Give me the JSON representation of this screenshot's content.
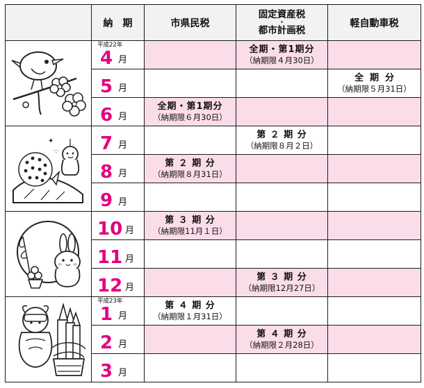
{
  "header": {
    "noki": "納期",
    "col_a": "市県民税",
    "col_b_line1": "固定資産税",
    "col_b_dot": "・",
    "col_b_line2": "都市計画税",
    "col_c": "軽自動車税"
  },
  "months": [
    {
      "num": "4",
      "unit": "月",
      "era": "平成22年"
    },
    {
      "num": "5",
      "unit": "月",
      "era": ""
    },
    {
      "num": "6",
      "unit": "月",
      "era": ""
    },
    {
      "num": "7",
      "unit": "月",
      "era": ""
    },
    {
      "num": "8",
      "unit": "月",
      "era": ""
    },
    {
      "num": "9",
      "unit": "月",
      "era": ""
    },
    {
      "num": "10",
      "unit": "月",
      "era": ""
    },
    {
      "num": "11",
      "unit": "月",
      "era": ""
    },
    {
      "num": "12",
      "unit": "月",
      "era": ""
    },
    {
      "num": "1",
      "unit": "月",
      "era": "平成23年"
    },
    {
      "num": "2",
      "unit": "月",
      "era": ""
    },
    {
      "num": "3",
      "unit": "月",
      "era": ""
    }
  ],
  "payments": {
    "shikenmin": [
      {
        "main": "全期・第1期分",
        "sub": "（納期限６月30日）"
      },
      {
        "main": "第 ２ 期 分",
        "sub": "（納期限８月31日）"
      },
      {
        "main": "第 ３ 期 分",
        "sub": "（納期限11月１日）"
      },
      {
        "main": "第 ４ 期 分",
        "sub": "（納期限１月31日）"
      }
    ],
    "kotei": [
      {
        "main": "全期・第1期分",
        "sub": "（納期限４月30日）"
      },
      {
        "main": "第 ２ 期 分",
        "sub": "（納期限８月２日）"
      },
      {
        "main": "第 ３ 期 分",
        "sub": "（納期限12月27日）"
      },
      {
        "main": "第 ４ 期 分",
        "sub": "（納期限２月28日）"
      }
    ],
    "keijidosha": [
      {
        "main": "全期分",
        "sub": "（納期限５月31日）"
      }
    ]
  },
  "colors": {
    "accent": "#e4007f",
    "row_pink": "#fbdde9",
    "header_gray": "#f2f2f2"
  },
  "illustrations": [
    "bird-plum-icon",
    "hydrangea-teru-bozu-icon",
    "moon-rabbit-dango-icon",
    "kadomatsu-sheep-icon"
  ]
}
